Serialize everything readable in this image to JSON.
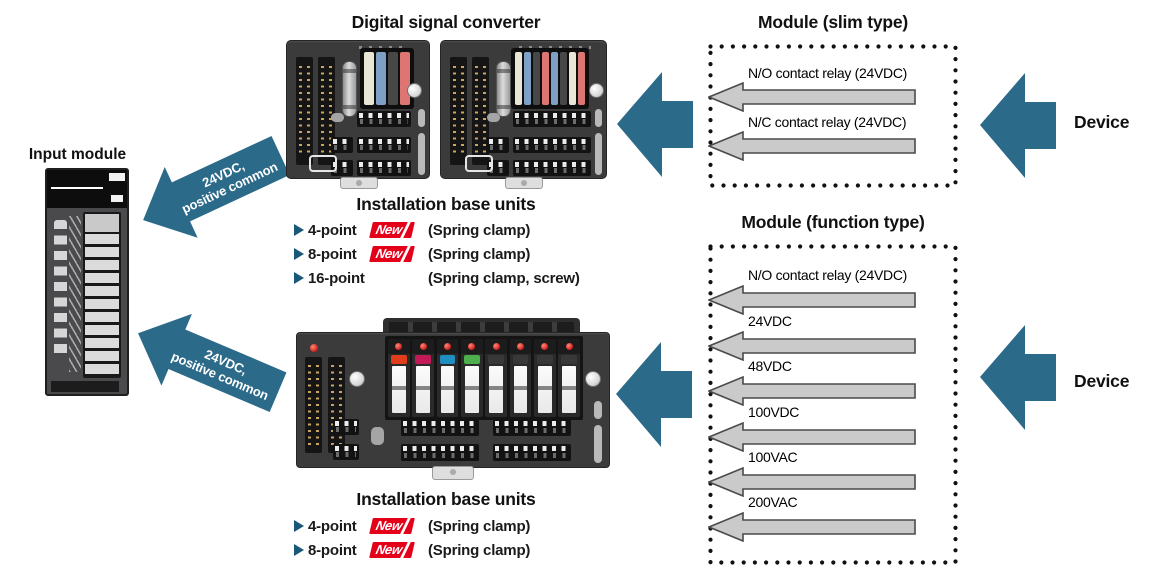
{
  "palette": {
    "accent_teal": "#2C6A8A",
    "badge_red": "#E50019",
    "signal_arrow_gray": "#CACACA",
    "text_black": "#111111"
  },
  "input_module": {
    "label": "Input module"
  },
  "converter": {
    "title": "Digital signal converter"
  },
  "supply_arrow": {
    "line1": "24VDC,",
    "line2": "positive common"
  },
  "badge": {
    "new": "New"
  },
  "base_units_top": {
    "title": "Installation base units",
    "items": [
      {
        "point": "4-point",
        "detail": "(Spring clamp)"
      },
      {
        "point": "8-point",
        "detail": "(Spring clamp)"
      },
      {
        "point": "16-point",
        "detail": "(Spring clamp, screw)"
      }
    ]
  },
  "base_units_bottom": {
    "title": "Installation base units",
    "items": [
      {
        "point": "4-point",
        "detail": "(Spring clamp)"
      },
      {
        "point": "8-point",
        "detail": "(Spring clamp)"
      }
    ]
  },
  "slim_box": {
    "title": "Module (slim type)",
    "signals": [
      "N/O contact relay (24VDC)",
      "N/C contact relay (24VDC)"
    ],
    "device_label": "Device"
  },
  "function_box": {
    "title": "Module (function type)",
    "signals": [
      "N/O contact relay (24VDC)",
      "24VDC",
      "48VDC",
      "100VDC",
      "100VAC",
      "200VAC"
    ],
    "device_label": "Device"
  }
}
